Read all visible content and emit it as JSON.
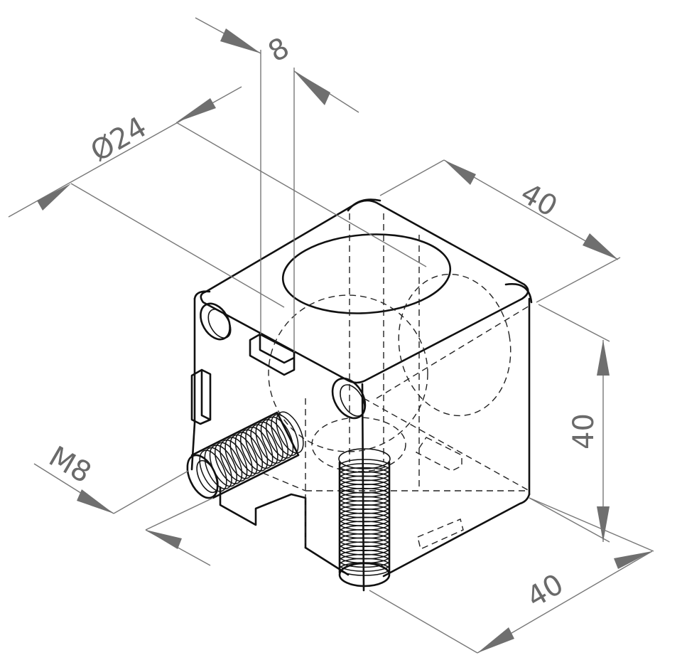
{
  "dimensions": {
    "slot_width": "8",
    "bore_diameter": "Ø24",
    "depth": "40",
    "height": "40",
    "width": "40",
    "thread": "M8"
  },
  "colors": {
    "outline": "#111111",
    "dimension": "#777777"
  }
}
